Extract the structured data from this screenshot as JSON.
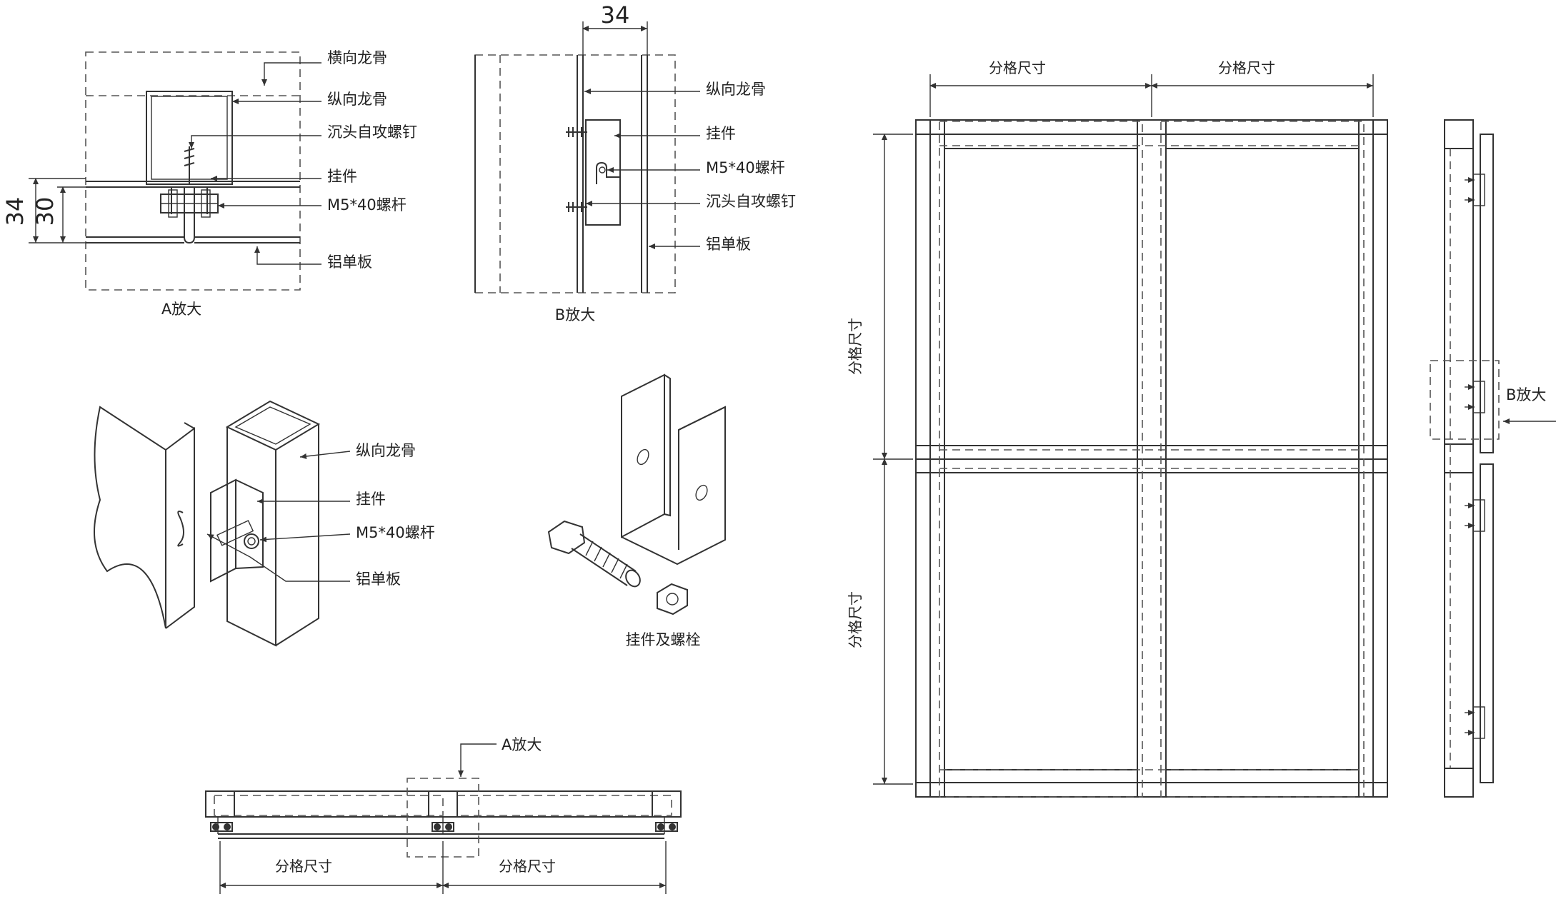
{
  "labels": {
    "hengxiang_longgu": "横向龙骨",
    "zongxiang_longgu": "纵向龙骨",
    "chentou_luoding": "沉头自攻螺钉",
    "guajian": "挂件",
    "luogan": "M5*40螺杆",
    "lvdanban": "铝单板",
    "a_fangda": "A放大",
    "b_fangda": "B放大",
    "guajian_ji_luoshuan": "挂件及螺栓",
    "fenge_chicun": "分格尺寸"
  },
  "dims": {
    "d34": "34",
    "d30": "30"
  },
  "colors": {
    "line": "#333333",
    "dashed": "#555555",
    "background": "#ffffff"
  }
}
